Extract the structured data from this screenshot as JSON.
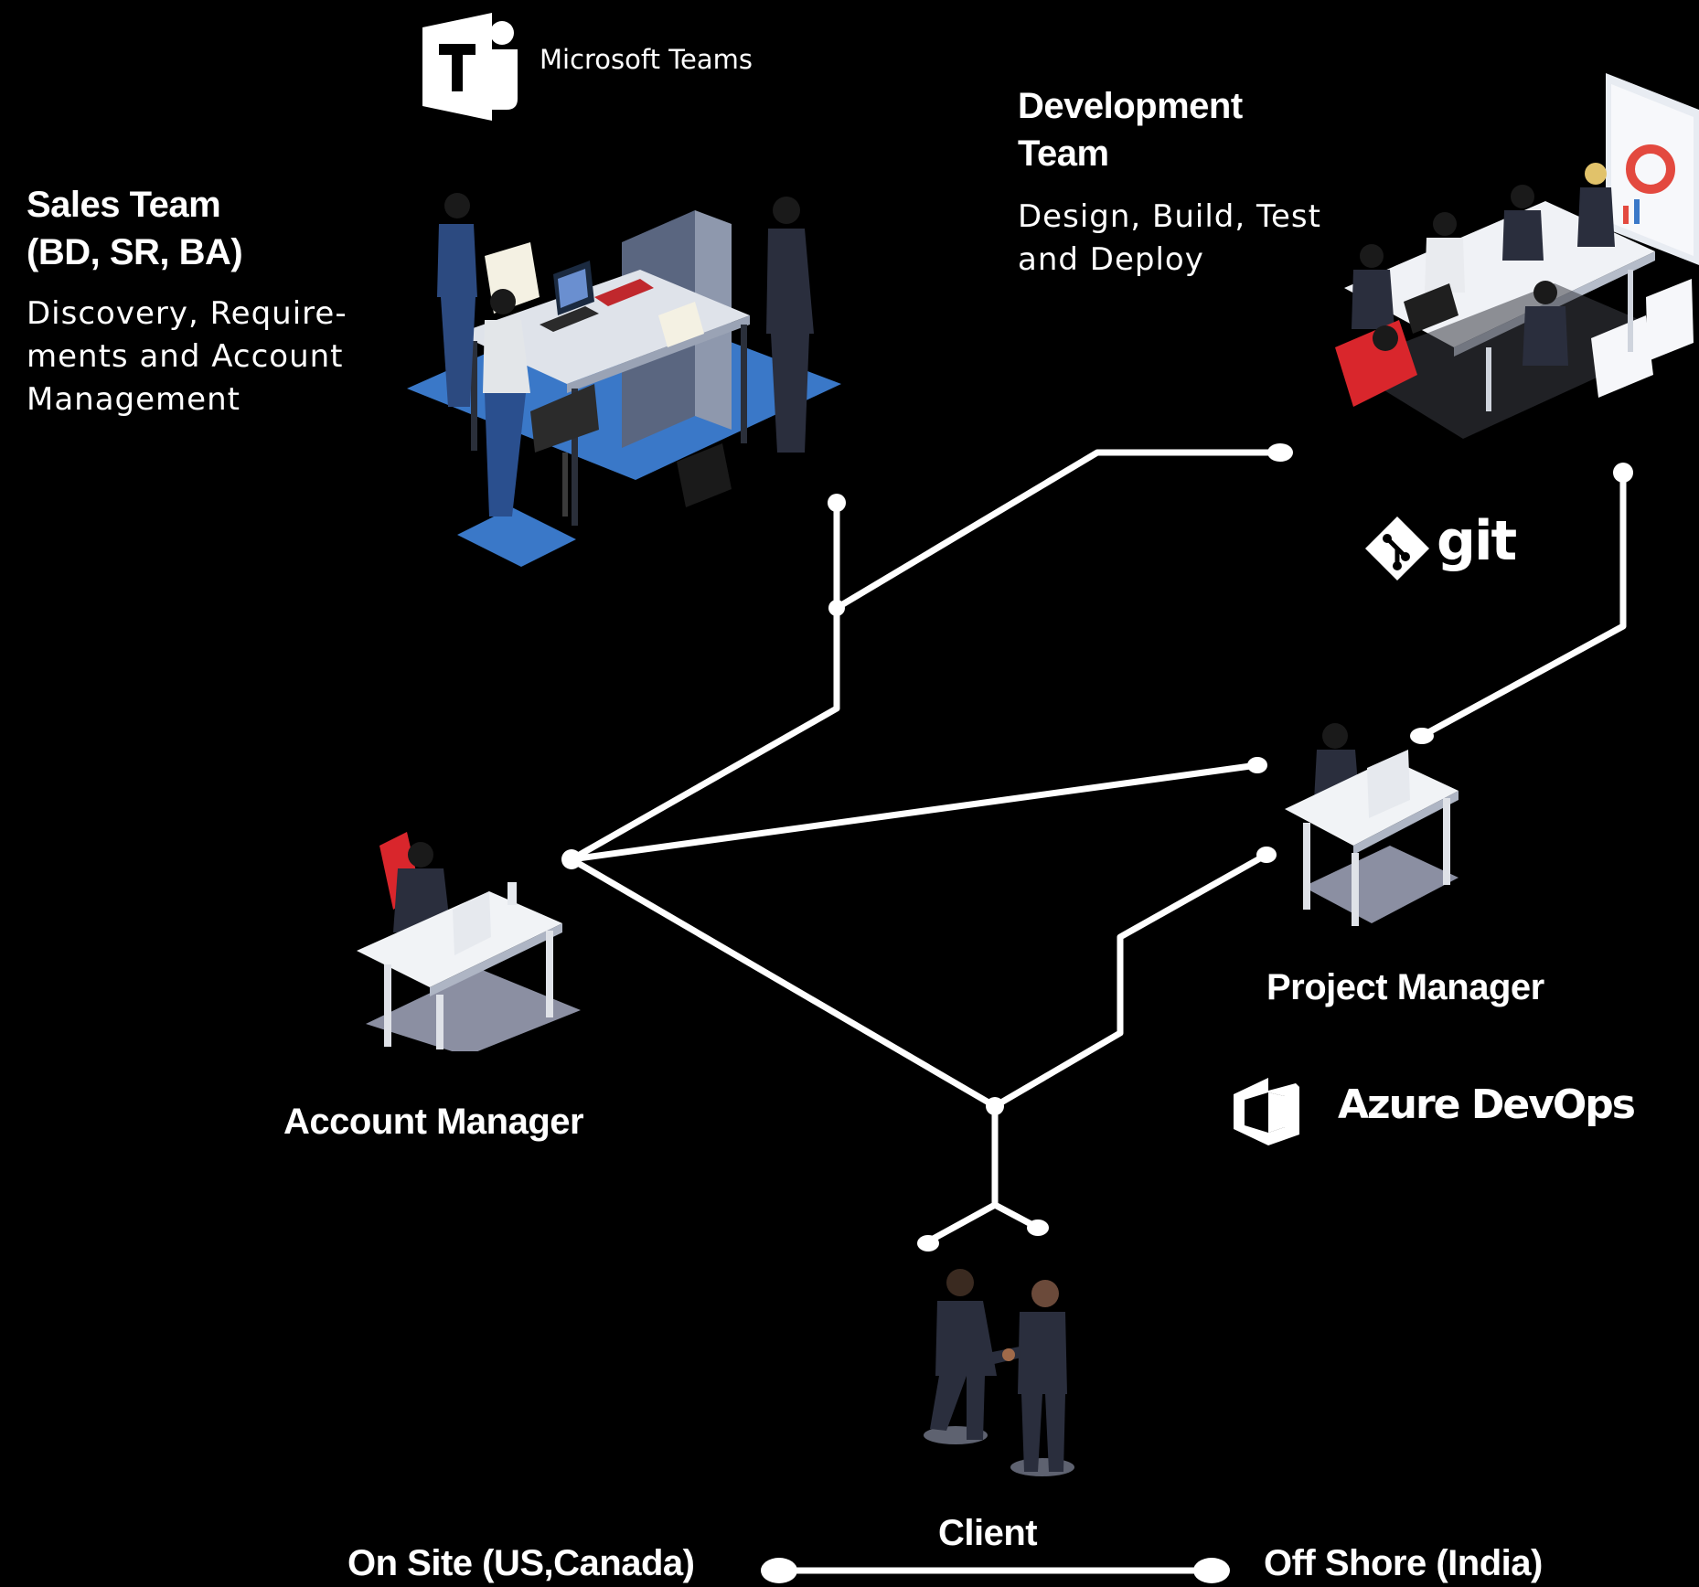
{
  "teams_logo": {
    "text": "Microsoft Teams",
    "letter": "T",
    "icon": "teams-icon"
  },
  "sales": {
    "title_line1": "Sales Team",
    "title_line2": "(BD, SR, BA)",
    "desc_lines": [
      "Discovery, Require-",
      "ments and Account",
      "Management"
    ]
  },
  "development": {
    "title_line1": "Development",
    "title_line2": "Team",
    "desc_lines": [
      "Design, Build, Test",
      "and Deploy"
    ]
  },
  "git_logo": {
    "text": "git",
    "icon": "git-icon"
  },
  "account_manager": {
    "label": "Account Manager"
  },
  "project_manager": {
    "label": "Project Manager"
  },
  "azure_logo": {
    "text": "Azure DevOps",
    "icon": "azure-devops-icon"
  },
  "client": {
    "label": "Client"
  },
  "footer": {
    "onsite": "On Site (US,Canada)",
    "offshore": "Off Shore (India)"
  },
  "colors": {
    "background": "#000000",
    "line": "#ffffff",
    "accent_blue": "#4a90d9",
    "chair_red": "#d9262c"
  }
}
